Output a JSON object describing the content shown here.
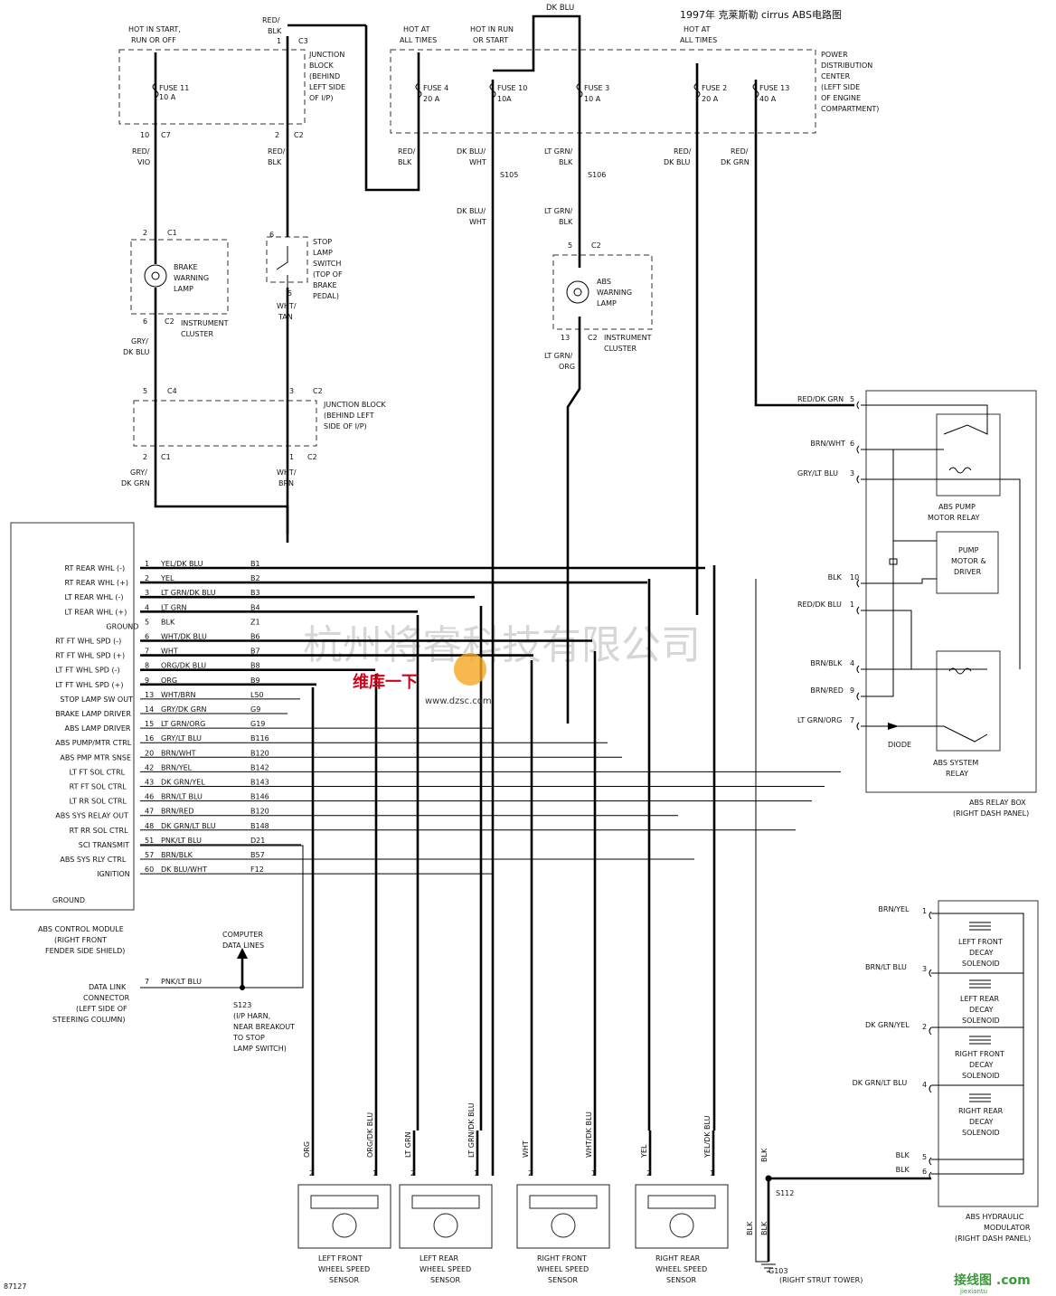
{
  "title": "1997年 克莱斯勒 cirrus ABS电路图",
  "watermark": "杭州将睿科技有限公司",
  "logo": {
    "line1": "维库一下",
    "url": "www.dzsc.com",
    "corner": "接线图 .com",
    "corner_sub": "jiexiantu"
  },
  "figure_id": "87127",
  "top_wire": "DK BLU",
  "power_sources": [
    {
      "label": "HOT IN START, RUN OR OFF"
    },
    {
      "label": "HOT AT ALL TIMES"
    },
    {
      "label": "HOT IN RUN OR START"
    },
    {
      "label": "HOT AT ALL TIMES"
    }
  ],
  "fuses": [
    {
      "name": "FUSE 11",
      "rating": "10 A"
    },
    {
      "name": "FUSE 4",
      "rating": "20 A"
    },
    {
      "name": "FUSE 10",
      "rating": "10A"
    },
    {
      "name": "FUSE 3",
      "rating": "10 A"
    },
    {
      "name": "FUSE 2",
      "rating": "20 A"
    },
    {
      "name": "FUSE 13",
      "rating": "40 A"
    }
  ],
  "junction_block": "JUNCTION BLOCK (BEHIND LEFT SIDE OF I/P)",
  "junction_block2": "JUNCTION BLOCK (BEHIND LEFT SIDE OF I/P)",
  "pdc": "POWER DISTRIBUTION CENTER (LEFT SIDE OF ENGINE COMPARTMENT)",
  "wire_colors": {
    "red_blk": "RED/ BLK",
    "red_vio": "RED/ VIO",
    "dkblu_wht": "DK BLU/ WHT",
    "ltgrn_blk": "LT GRN/ BLK",
    "red_dkblu": "RED/ DK BLU",
    "red_dkgrn": "RED/ DK GRN",
    "gry_dkblu": "GRY/ DK BLU",
    "wht_tan": "WHT/ TAN",
    "gry_dkgrn": "GRY/ DK GRN",
    "wht_brn": "WHT/ BRN",
    "ltgrn_org": "LT GRN/ ORG"
  },
  "splices": [
    "S105",
    "S106",
    "S123",
    "S112"
  ],
  "components": {
    "brake_lamp": "BRAKE WARNING LAMP",
    "instrument_cluster": "INSTRUMENT CLUSTER",
    "stop_lamp_switch": "STOP LAMP SWITCH (TOP OF BRAKE PEDAL)",
    "abs_lamp": "ABS WARNING LAMP",
    "module": "ABS CONTROL MODULE (RIGHT FRONT FENDER SIDE SHIELD)",
    "module_ground": "GROUND",
    "dlc": "DATA LINK CONNECTOR (LEFT SIDE OF STEERING COLUMN)",
    "computer_data": "COMPUTER DATA LINES",
    "s123_note": "(I/P HARN, NEAR BREAKOUT TO STOP LAMP SWITCH)",
    "pump_relay": "ABS PUMP MOTOR RELAY",
    "pump_motor": "PUMP MOTOR & DRIVER",
    "sys_relay": "ABS SYSTEM RELAY",
    "diode": "DIODE",
    "relay_box": "ABS RELAY BOX (RIGHT DASH PANEL)",
    "hcu": "ABS HYDRAULIC MODULATOR (RIGHT DASH PANEL)",
    "g103": "G103 (RIGHT STRUT TOWER)"
  },
  "module_pins": [
    {
      "name": "RT REAR WHL (-)",
      "pin": "1",
      "wire": "YEL/DK BLU",
      "circuit": "B1"
    },
    {
      "name": "RT REAR WHL (+)",
      "pin": "2",
      "wire": "YEL",
      "circuit": "B2"
    },
    {
      "name": "LT REAR WHL (-)",
      "pin": "3",
      "wire": "LT GRN/DK BLU",
      "circuit": "B3"
    },
    {
      "name": "LT REAR WHL (+)",
      "pin": "4",
      "wire": "LT GRN",
      "circuit": "B4"
    },
    {
      "name": "GROUND",
      "pin": "5",
      "wire": "BLK",
      "circuit": "Z1"
    },
    {
      "name": "RT FT WHL SPD (-)",
      "pin": "6",
      "wire": "WHT/DK BLU",
      "circuit": "B6"
    },
    {
      "name": "RT FT WHL SPD (+)",
      "pin": "7",
      "wire": "WHT",
      "circuit": "B7"
    },
    {
      "name": "LT FT WHL SPD (-)",
      "pin": "8",
      "wire": "ORG/DK BLU",
      "circuit": "B8"
    },
    {
      "name": "LT FT WHL SPD (+)",
      "pin": "9",
      "wire": "ORG",
      "circuit": "B9"
    },
    {
      "name": "STOP LAMP SW OUT",
      "pin": "13",
      "wire": "WHT/BRN",
      "circuit": "L50"
    },
    {
      "name": "BRAKE LAMP DRIVER",
      "pin": "14",
      "wire": "GRY/DK GRN",
      "circuit": "G9"
    },
    {
      "name": "ABS LAMP DRIVER",
      "pin": "15",
      "wire": "LT GRN/ORG",
      "circuit": "G19"
    },
    {
      "name": "ABS PUMP/MTR CTRL",
      "pin": "16",
      "wire": "GRY/LT BLU",
      "circuit": "B116"
    },
    {
      "name": "ABS PMP MTR SNSE",
      "pin": "20",
      "wire": "BRN/WHT",
      "circuit": "B120"
    },
    {
      "name": "LT FT SOL CTRL",
      "pin": "42",
      "wire": "BRN/YEL",
      "circuit": "B142"
    },
    {
      "name": "RT FT SOL CTRL",
      "pin": "43",
      "wire": "DK GRN/YEL",
      "circuit": "B143"
    },
    {
      "name": "LT RR SOL CTRL",
      "pin": "46",
      "wire": "BRN/LT BLU",
      "circuit": "B146"
    },
    {
      "name": "ABS SYS RELAY OUT",
      "pin": "47",
      "wire": "BRN/RED",
      "circuit": "B120"
    },
    {
      "name": "RT RR SOL CTRL",
      "pin": "48",
      "wire": "DK GRN/LT BLU",
      "circuit": "B148"
    },
    {
      "name": "SCI TRANSMIT",
      "pin": "51",
      "wire": "PNK/LT BLU",
      "circuit": "D21"
    },
    {
      "name": "ABS SYS RLY CTRL",
      "pin": "57",
      "wire": "BRN/BLK",
      "circuit": "B57"
    },
    {
      "name": "IGNITION",
      "pin": "60",
      "wire": "DK BLU/WHT",
      "circuit": "F12"
    }
  ],
  "relay_pins": [
    {
      "wire": "RED/DK GRN",
      "pin": "5"
    },
    {
      "wire": "BRN/WHT",
      "pin": "6"
    },
    {
      "wire": "GRY/LT BLU",
      "pin": "3"
    },
    {
      "wire": "BLK",
      "pin": "10"
    },
    {
      "wire": "RED/DK BLU",
      "pin": "1"
    },
    {
      "wire": "BRN/BLK",
      "pin": "4"
    },
    {
      "wire": "BRN/RED",
      "pin": "9"
    },
    {
      "wire": "LT GRN/ORG",
      "pin": "7"
    }
  ],
  "hcu_pins": [
    {
      "wire": "BRN/YEL",
      "pin": "1"
    },
    {
      "wire": "BRN/LT BLU",
      "pin": "3"
    },
    {
      "wire": "DK GRN/YEL",
      "pin": "2"
    },
    {
      "wire": "DK GRN/LT BLU",
      "pin": "4"
    },
    {
      "wire": "BLK",
      "pin": "5"
    },
    {
      "wire": "BLK",
      "pin": "6"
    }
  ],
  "solenoids": [
    "LEFT FRONT DECAY SOLENOID",
    "LEFT REAR DECAY SOLENOID",
    "RIGHT FRONT DECAY SOLENOID",
    "RIGHT REAR DECAY SOLENOID"
  ],
  "sensors": [
    {
      "name": "LEFT FRONT WHEEL SPEED SENSOR",
      "wire2": "ORG",
      "wire1": "ORG/DK BLU"
    },
    {
      "name": "LEFT REAR WHEEL SPEED SENSOR",
      "wire2": "LT GRN",
      "wire1": "LT GRN/DK BLU"
    },
    {
      "name": "RIGHT FRONT WHEEL SPEED SENSOR",
      "wire2": "WHT",
      "wire1": "WHT/DK BLU"
    },
    {
      "name": "RIGHT REAR WHEEL SPEED SENSOR",
      "wire2": "YEL",
      "wire1": "YEL/DK BLU"
    }
  ],
  "dlc_pin": {
    "pin": "7",
    "wire": "PNK/LT BLU"
  },
  "blk": "BLK"
}
